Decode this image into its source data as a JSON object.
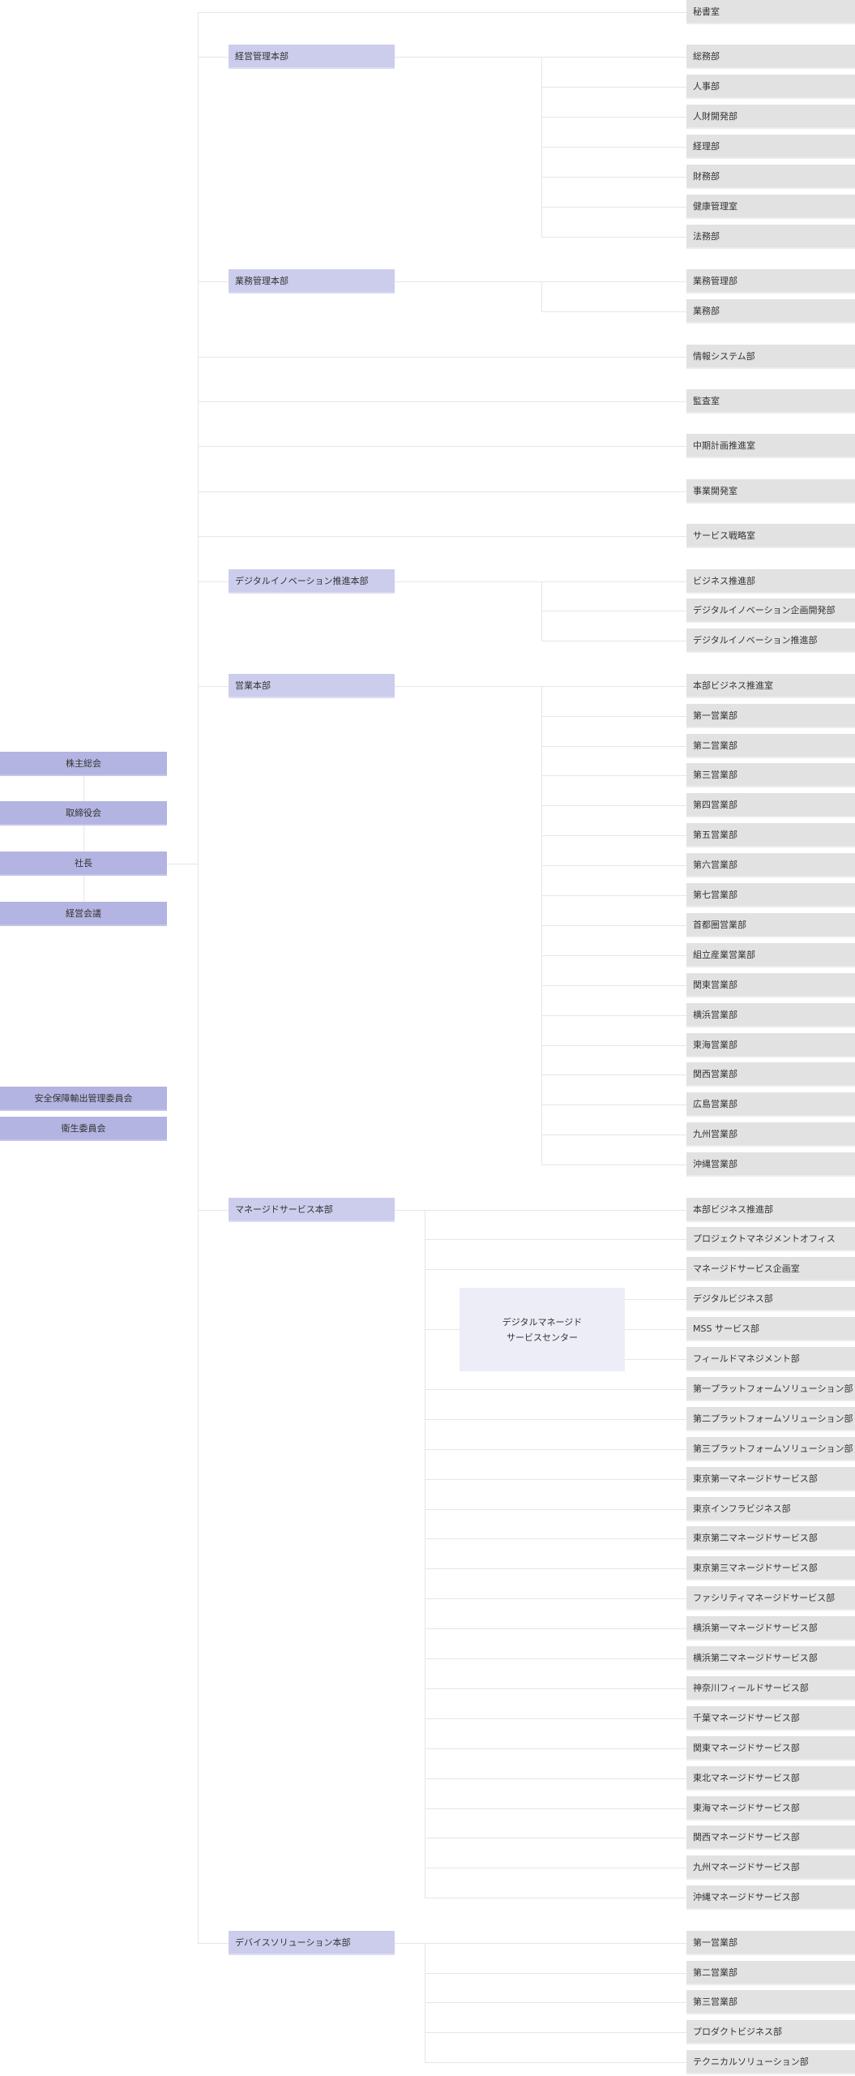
{
  "executive": {
    "chain": [
      "株主総会",
      "取締役会",
      "社長",
      "経営会議"
    ],
    "committees": [
      "安全保障輸出管理委員会",
      "衛生委員会"
    ]
  },
  "groups": [
    {
      "honbu": null,
      "children": [
        "秘書室"
      ]
    },
    {
      "honbu": "経営管理本部",
      "children": [
        "総務部",
        "人事部",
        "人財開発部",
        "経理部",
        "財務部",
        "健康管理室",
        "法務部"
      ]
    },
    {
      "honbu": "業務管理本部",
      "children": [
        "業務管理部",
        "業務部"
      ]
    },
    {
      "honbu": null,
      "children": [
        "情報システム部"
      ]
    },
    {
      "honbu": null,
      "children": [
        "監査室"
      ]
    },
    {
      "honbu": null,
      "children": [
        "中期計画推進室"
      ]
    },
    {
      "honbu": null,
      "children": [
        "事業開発室"
      ]
    },
    {
      "honbu": null,
      "children": [
        "サービス戦略室"
      ]
    },
    {
      "honbu": "デジタルイノベーション推進本部",
      "children": [
        "ビジネス推進部",
        "デジタルイノベーション企画開発部",
        "デジタルイノベーション推進部"
      ]
    },
    {
      "honbu": "営業本部",
      "children": [
        "本部ビジネス推進室",
        "第一営業部",
        "第二営業部",
        "第三営業部",
        "第四営業部",
        "第五営業部",
        "第六営業部",
        "第七営業部",
        "首都圏営業部",
        "組立産業営業部",
        "関東営業部",
        "横浜営業部",
        "東海営業部",
        "関西営業部",
        "広島営業部",
        "九州営業部",
        "沖縄営業部"
      ]
    },
    {
      "honbu": "マネージドサービス本部",
      "narrow": true,
      "children": [
        "本部ビジネス推進部",
        "プロジェクトマネジメントオフィス",
        "マネージドサービス企画室",
        "デジタルビジネス部",
        "MSS サービス部",
        "フィールドマネジメント部",
        "第一プラットフォームソリューション部",
        "第二プラットフォームソリューション部",
        "第三プラットフォームソリューション部",
        "東京第一マネージドサービス部",
        "東京インフラビジネス部",
        "東京第二マネージドサービス部",
        "東京第三マネージドサービス部",
        "ファシリティマネージドサービス部",
        "横浜第一マネージドサービス部",
        "横浜第二マネージドサービス部",
        "神奈川フィールドサービス部",
        "千葉マネージドサービス部",
        "関東マネージドサービス部",
        "東北マネージドサービス部",
        "東海マネージドサービス部",
        "関西マネージドサービス部",
        "九州マネージドサービス部",
        "沖縄マネージドサービス部"
      ],
      "center": {
        "lines": [
          "デジタルマネージド",
          "サービスセンター"
        ],
        "children_from": 3,
        "children_to": 5
      }
    },
    {
      "honbu": "デバイスソリューション本部",
      "narrow": true,
      "children": [
        "第一営業部",
        "第二営業部",
        "第三営業部",
        "プロダクトビジネス部",
        "テクニカルソリューション部"
      ]
    }
  ]
}
